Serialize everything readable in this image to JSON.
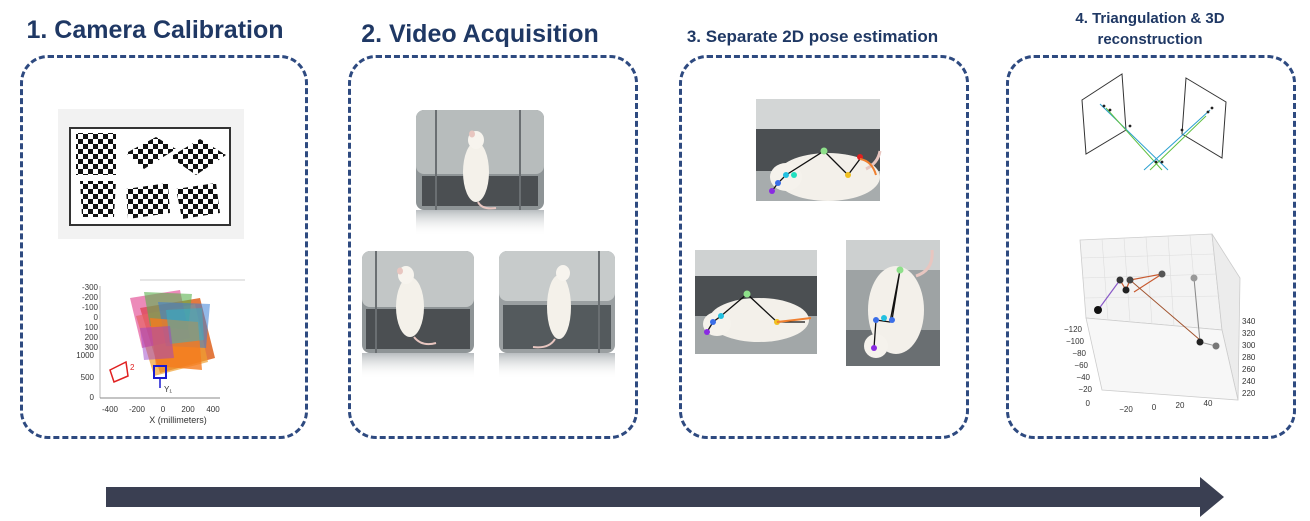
{
  "steps": [
    {
      "title": "1. Camera Calibration"
    },
    {
      "title": "2. Video Acquisition"
    },
    {
      "title": "3. Separate 2D pose estimation"
    },
    {
      "title": "4. Triangulation & 3D reconstruction"
    }
  ],
  "calibration_plot": {
    "y_ticks": [
      "-300",
      "-200",
      "-100",
      "0",
      "100",
      "200",
      "300"
    ],
    "z_ticks": [
      "1000",
      "500",
      "0"
    ],
    "x_ticks": [
      "-400",
      "-200",
      "0",
      "200",
      "400"
    ],
    "x_label": "X (millimeters)",
    "camera_labels": [
      "2",
      "Y₁"
    ]
  },
  "recon_plot": {
    "left_ticks": [
      "−120",
      "−100",
      "−80",
      "−60",
      "−40",
      "−20",
      "0"
    ],
    "bottom_ticks": [
      "−20",
      "0",
      "20",
      "40"
    ],
    "right_ticks": [
      "340",
      "320",
      "300",
      "280",
      "260",
      "240",
      "220"
    ]
  },
  "colors": {
    "title": "#1f3864",
    "panel_border": "#2e4a80",
    "arrow": "#3a3f52"
  }
}
